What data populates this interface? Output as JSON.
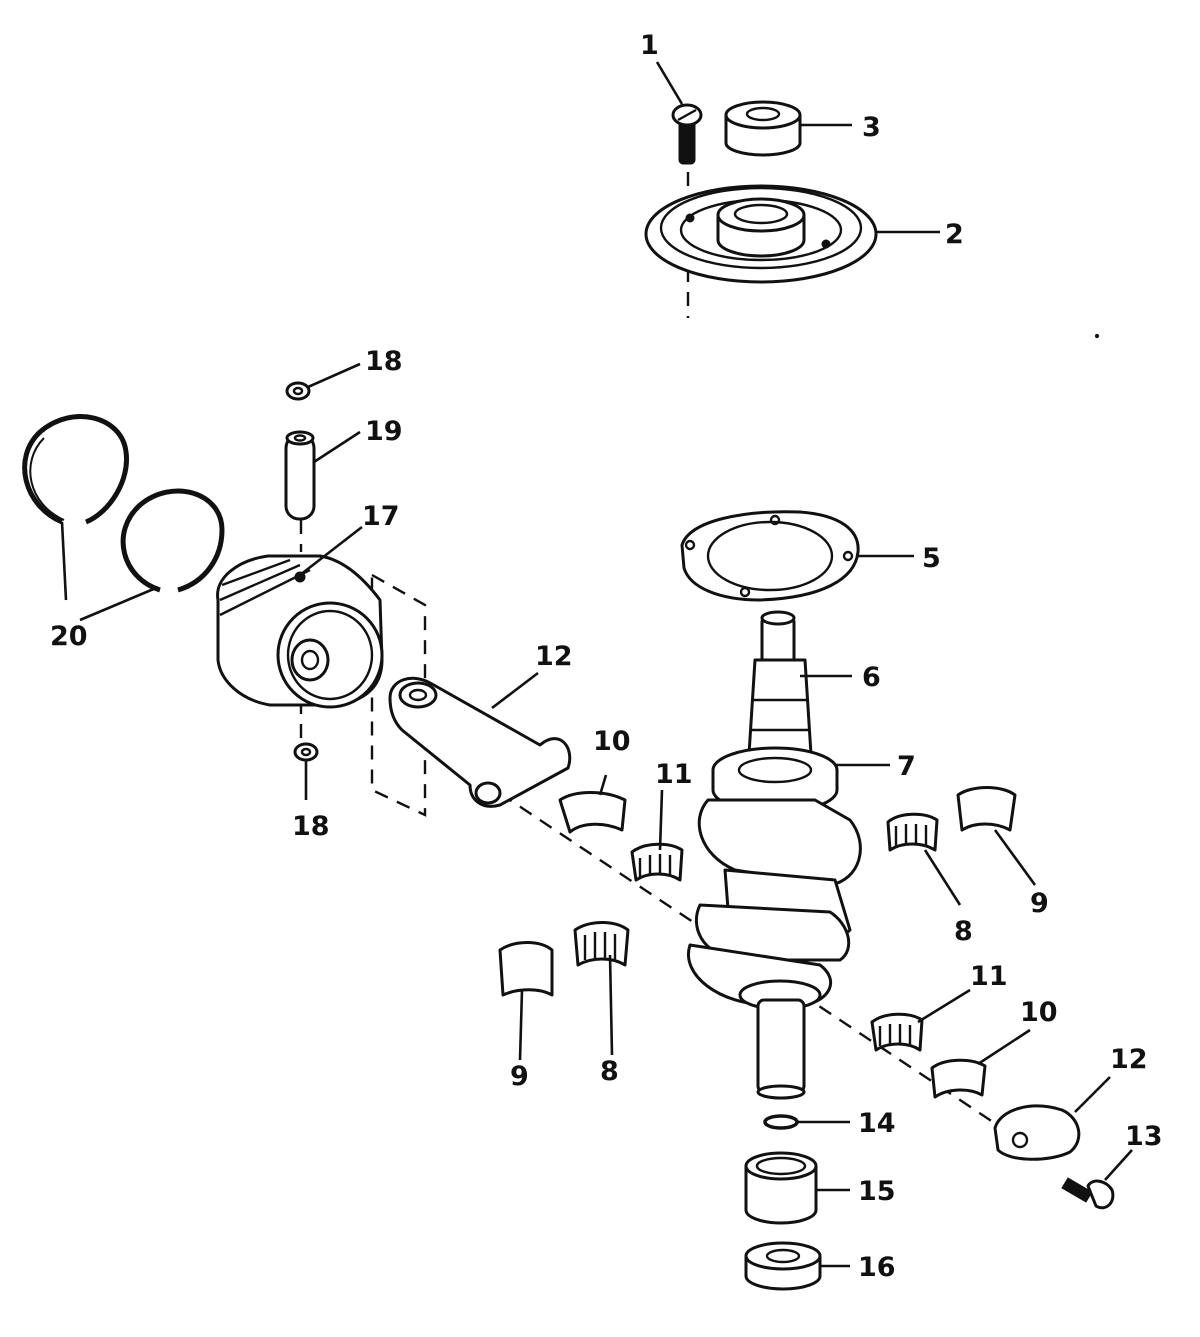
{
  "diagram": {
    "colors": {
      "ink": "#111111",
      "paper": "#ffffff"
    },
    "callouts": [
      {
        "id": "1",
        "label": "1"
      },
      {
        "id": "2",
        "label": "2"
      },
      {
        "id": "3",
        "label": "3"
      },
      {
        "id": "5",
        "label": "5"
      },
      {
        "id": "6",
        "label": "6"
      },
      {
        "id": "7",
        "label": "7"
      },
      {
        "id": "8a",
        "label": "8"
      },
      {
        "id": "8b",
        "label": "8"
      },
      {
        "id": "9a",
        "label": "9"
      },
      {
        "id": "9b",
        "label": "9"
      },
      {
        "id": "10a",
        "label": "10"
      },
      {
        "id": "10b",
        "label": "10"
      },
      {
        "id": "11a",
        "label": "11"
      },
      {
        "id": "11b",
        "label": "11"
      },
      {
        "id": "12a",
        "label": "12"
      },
      {
        "id": "12b",
        "label": "12"
      },
      {
        "id": "13",
        "label": "13"
      },
      {
        "id": "14",
        "label": "14"
      },
      {
        "id": "15",
        "label": "15"
      },
      {
        "id": "16",
        "label": "16"
      },
      {
        "id": "17",
        "label": "17"
      },
      {
        "id": "18a",
        "label": "18"
      },
      {
        "id": "18b",
        "label": "18"
      },
      {
        "id": "19",
        "label": "19"
      },
      {
        "id": "20",
        "label": "20"
      }
    ]
  }
}
